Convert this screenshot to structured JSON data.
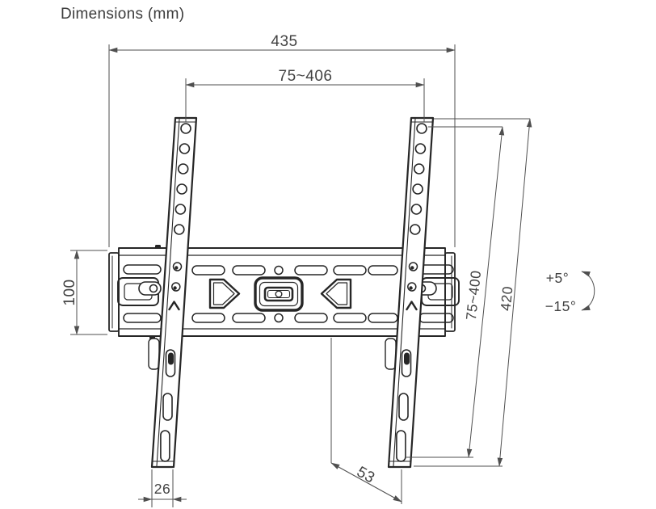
{
  "title": "Dimensions (mm)",
  "dimensions": {
    "overall_width": "435",
    "vesa_width_range": "75~406",
    "wall_plate_height": "100",
    "vesa_height_range": "75~400",
    "bracket_length": "420",
    "bracket_foot_width": "26",
    "depth_profile": "53"
  },
  "tilt_angles": {
    "up": "+5°",
    "down": "−15°"
  },
  "colors": {
    "background": "#ffffff",
    "drawing_line": "#262626",
    "dimension_line": "#4f4f4f",
    "text": "#424242"
  }
}
